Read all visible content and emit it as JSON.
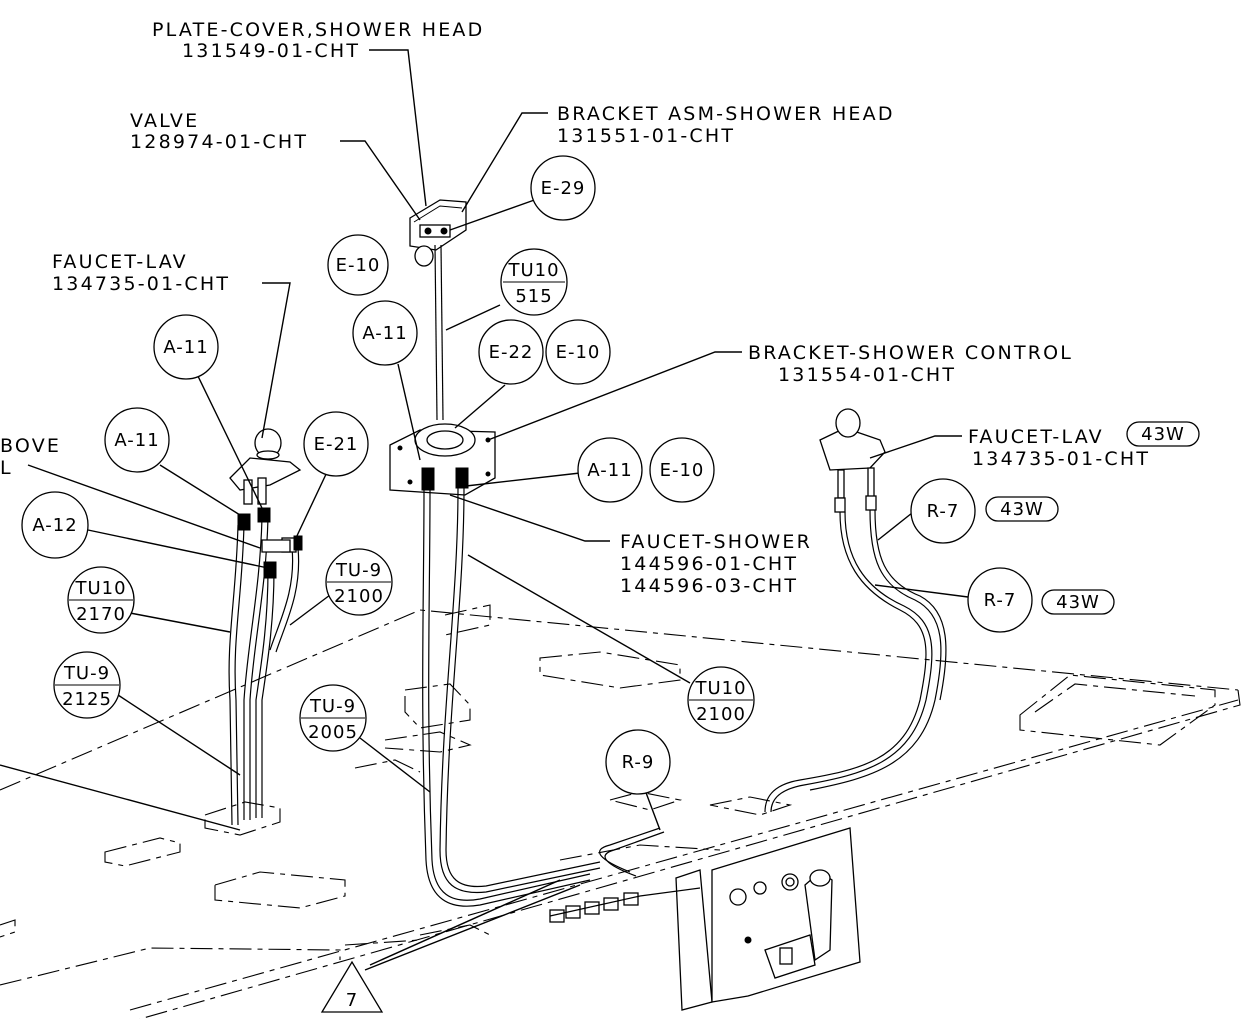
{
  "labels": {
    "plate_cover_name": "PLATE-COVER,SHOWER HEAD",
    "plate_cover_pn": "131549-01-CHT",
    "valve_name": "VALVE",
    "valve_pn": "128974-01-CHT",
    "bracket_head_name": "BRACKET ASM-SHOWER HEAD",
    "bracket_head_pn": "131551-01-CHT",
    "faucet_lav_left_name": "FAUCET-LAV",
    "faucet_lav_left_pn": "134735-01-CHT",
    "bracket_control_name": "BRACKET-SHOWER CONTROL",
    "bracket_control_pn": "131554-01-CHT",
    "faucet_lav_right_name": "FAUCET-LAV",
    "faucet_lav_right_pn": "134735-01-CHT",
    "faucet_shower_name": "FAUCET-SHOWER",
    "faucet_shower_pn1": "144596-01-CHT",
    "faucet_shower_pn2": "144596-03-CHT",
    "above_fragment": "BOVE",
    "l_fragment": "L"
  },
  "bubbles": {
    "e29": "E-29",
    "e10_top": "E-10",
    "tu10_515_top": "TU10",
    "tu10_515_bot": "515",
    "a11_mid": "A-11",
    "e22": "E-22",
    "e10_mid": "E-10",
    "a11_left_top": "A-11",
    "a11_left": "A-11",
    "e21": "E-21",
    "a12": "A-12",
    "tu10_2170_top": "TU10",
    "tu10_2170_bot": "2170",
    "tu9_2100_top": "TU-9",
    "tu9_2100_bot": "2100",
    "tu9_2125_top": "TU-9",
    "tu9_2125_bot": "2125",
    "a11_right": "A-11",
    "e10_right": "E-10",
    "tu10_2100_top": "TU10",
    "tu10_2100_bot": "2100",
    "tu9_2005_top": "TU-9",
    "tu9_2005_bot": "2005",
    "r9": "R-9",
    "r7_upper": "R-7",
    "r7_lower": "R-7",
    "w43_a": "43W",
    "w43_b": "43W",
    "w43_c": "43W",
    "triangle_7": "7"
  }
}
